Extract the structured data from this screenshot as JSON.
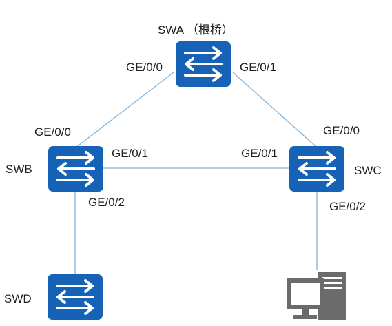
{
  "colors": {
    "switch_fill": "#1662b6",
    "switch_arrow": "#ffffff",
    "link": "#7fb2dc",
    "pc": "#6b6b6b"
  },
  "nodes": {
    "swa": {
      "name": "SWA",
      "note": "（根桥）",
      "icon": "switch-icon"
    },
    "swb": {
      "name": "SWB",
      "icon": "switch-icon"
    },
    "swc": {
      "name": "SWC",
      "icon": "switch-icon"
    },
    "swd": {
      "name": "SWD",
      "icon": "switch-icon"
    },
    "pc": {
      "icon": "computer-icon"
    }
  },
  "ports": {
    "swa_ge00": "GE/0/0",
    "swa_ge01": "GE/0/1",
    "swb_ge00": "GE/0/0",
    "swb_ge01": "GE/0/1",
    "swb_ge02": "GE/0/2",
    "swc_ge00": "GE/0/0",
    "swc_ge01": "GE/0/1",
    "swc_ge02": "GE/0/2"
  }
}
